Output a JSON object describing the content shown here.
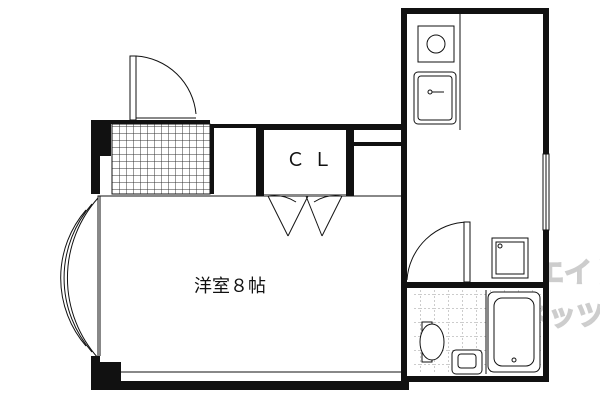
{
  "rooms": {
    "western_room_label": "洋室８帖",
    "closet_label": "ＣＬ"
  },
  "watermark": {
    "line1": "クリエイト",
    "line2": "ネッツ"
  },
  "colors": {
    "wall": "#111111",
    "background": "#ffffff",
    "watermark": "#c8c8c8"
  }
}
